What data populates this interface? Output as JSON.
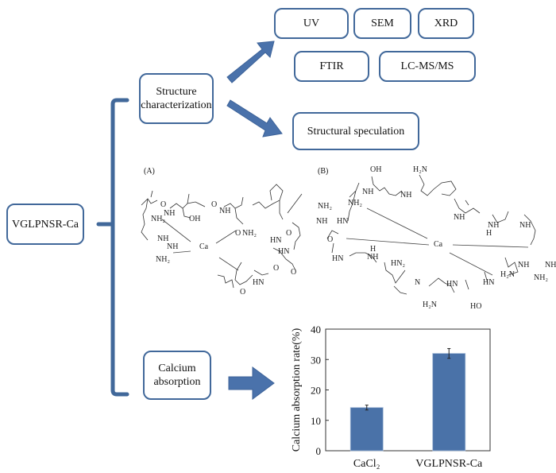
{
  "root": {
    "label": "VGLPNSR-Ca"
  },
  "branches": {
    "structure": {
      "label_line1": "Structure",
      "label_line2": "characterization"
    },
    "calcium": {
      "label_line1": "Calcium",
      "label_line2": "absorption"
    }
  },
  "methods": [
    "UV",
    "SEM",
    "XRD",
    "FTIR",
    "LC-MS/MS"
  ],
  "speculation": {
    "label": "Structural speculation"
  },
  "structures": {
    "a": {
      "panel_label": "(A)",
      "center_label": "Ca"
    },
    "b": {
      "panel_label": "(B)",
      "center_label": "Ca"
    }
  },
  "colors": {
    "accent": "#41689a",
    "arrow": "#4a72ab",
    "bar": "#4a72a8"
  },
  "chart_data": {
    "type": "bar",
    "categories": [
      "CaCl₂",
      "VGLPNSR-Ca"
    ],
    "values": [
      14.2,
      32.0
    ],
    "errors": [
      0.8,
      1.6
    ],
    "title": "",
    "xlabel": "",
    "ylabel": "Calcium absorption rate(%)",
    "ylim": [
      0,
      40
    ],
    "yticks": [
      "0",
      "10",
      "20",
      "30",
      "40"
    ],
    "grid": false
  }
}
